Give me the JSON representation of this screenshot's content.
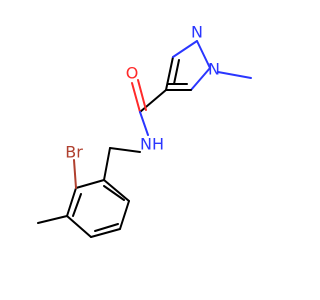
{
  "molecule": {
    "colors": {
      "bond": "#000000",
      "nitrogen": "#2a36ff",
      "oxygen": "#ff2a2a",
      "bromine": "#b0402f"
    },
    "atoms": {
      "o": "O",
      "amide_n": "N",
      "amide_h": "H",
      "pyrazole_n1": "N",
      "pyrazole_n2": "N",
      "bromine": "Br"
    }
  }
}
